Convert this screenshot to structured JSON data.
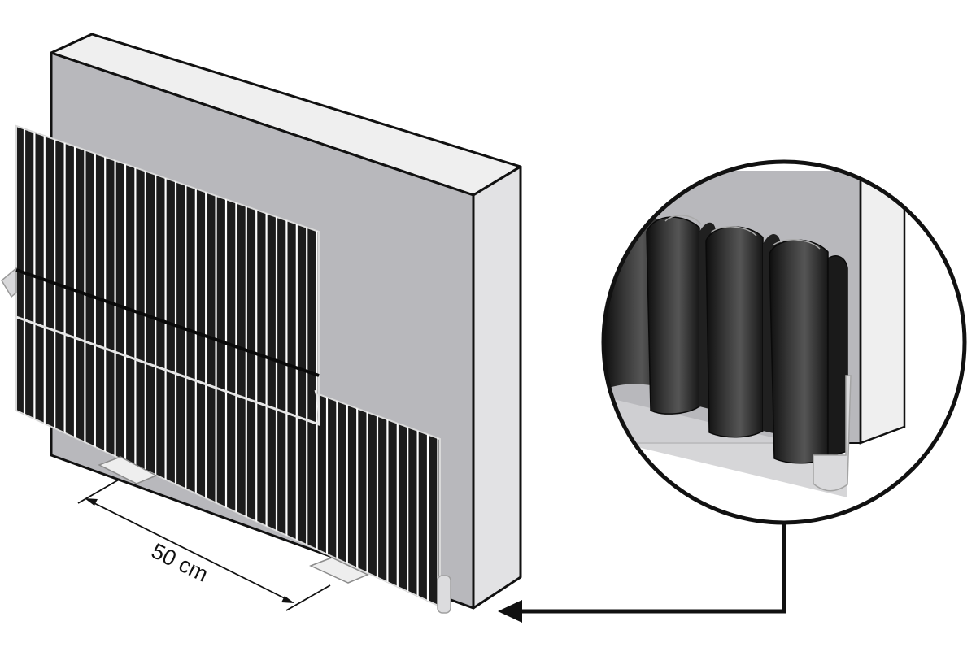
{
  "diagram": {
    "dimension_label": "50 cm",
    "colors": {
      "wall_front": "#b8b8bc",
      "wall_top": "#efefef",
      "wall_side": "#e2e2e4",
      "film_dark": "#1c1c1c",
      "film_stripe": "#ffffff",
      "outline": "#111111",
      "tape": "#eeeeee"
    },
    "parts": [
      "wall-panel",
      "profiled-film-upper",
      "profiled-film-lower",
      "spacer-tab",
      "detail-magnifier",
      "leader-arrow",
      "dimension-arrow"
    ]
  }
}
